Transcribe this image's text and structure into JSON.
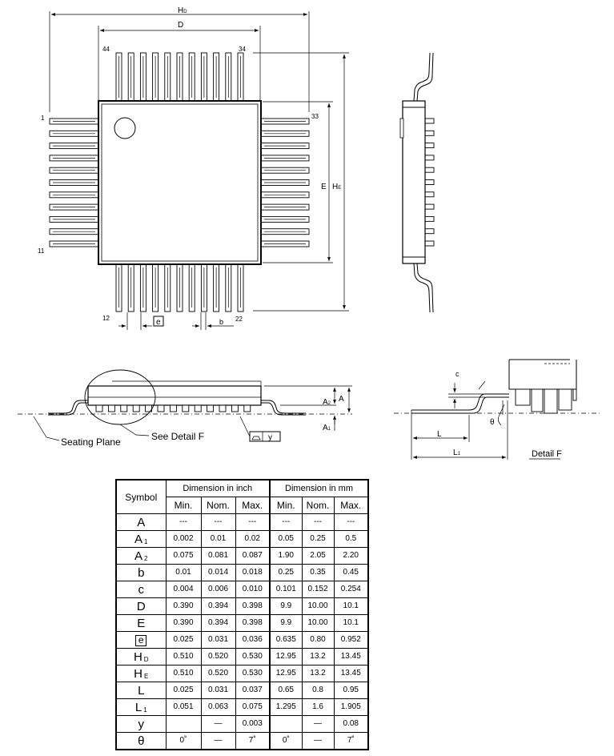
{
  "top_view": {
    "label_hd": "H",
    "label_hd_sub": "D",
    "label_d": "D",
    "label_e": "E",
    "label_he": "H",
    "label_he_sub": "E",
    "pin_44": "44",
    "pin_34": "34",
    "pin_1": "1",
    "pin_33": "33",
    "pin_11": "11",
    "pin_12": "12",
    "pin_22": "22",
    "label_e_pitch": "e",
    "label_b": "b"
  },
  "side_view": {
    "label_a2": "A",
    "label_a2_sub": "2",
    "label_a": "A",
    "label_a1": "A",
    "label_a1_sub": "1",
    "seating_plane": "Seating Plane",
    "see_detail": "See Detail F",
    "label_y": "y"
  },
  "detail_view": {
    "label_c": "c",
    "label_theta": "θ",
    "label_l": "L",
    "label_l1": "L",
    "label_l1_sub": "1",
    "title": "Detail F"
  },
  "table": {
    "symbol_header": "Symbol",
    "inch_header": "Dimension in inch",
    "mm_header": "Dimension in mm",
    "cols": [
      "Min.",
      "Nom.",
      "Max.",
      "Min.",
      "Nom.",
      "Max."
    ],
    "rows": [
      {
        "sym": "A",
        "sub": "",
        "v": [
          "---",
          "---",
          "---",
          "---",
          "---",
          "---"
        ]
      },
      {
        "sym": "A",
        "sub": "1",
        "v": [
          "0.002",
          "0.01",
          "0.02",
          "0.05",
          "0.25",
          "0.5"
        ]
      },
      {
        "sym": "A",
        "sub": "2",
        "v": [
          "0.075",
          "0.081",
          "0.087",
          "1.90",
          "2.05",
          "2.20"
        ]
      },
      {
        "sym": "b",
        "sub": "",
        "v": [
          "0.01",
          "0.014",
          "0.018",
          "0.25",
          "0.35",
          "0.45"
        ]
      },
      {
        "sym": "c",
        "sub": "",
        "v": [
          "0.004",
          "0.006",
          "0.010",
          "0.101",
          "0.152",
          "0.254"
        ]
      },
      {
        "sym": "D",
        "sub": "",
        "v": [
          "0.390",
          "0.394",
          "0.398",
          "9.9",
          "10.00",
          "10.1"
        ]
      },
      {
        "sym": "E",
        "sub": "",
        "v": [
          "0.390",
          "0.394",
          "0.398",
          "9.9",
          "10.00",
          "10.1"
        ]
      },
      {
        "sym": "e",
        "sub": "",
        "boxed": true,
        "v": [
          "0.025",
          "0.031",
          "0.036",
          "0.635",
          "0.80",
          "0.952"
        ]
      },
      {
        "sym": "H",
        "sub": "D",
        "v": [
          "0.510",
          "0.520",
          "0.530",
          "12.95",
          "13.2",
          "13.45"
        ]
      },
      {
        "sym": "H",
        "sub": "E",
        "v": [
          "0.510",
          "0.520",
          "0.530",
          "12.95",
          "13.2",
          "13.45"
        ]
      },
      {
        "sym": "L",
        "sub": "",
        "v": [
          "0.025",
          "0.031",
          "0.037",
          "0.65",
          "0.8",
          "0.95"
        ]
      },
      {
        "sym": "L",
        "sub": "1",
        "v": [
          "0.051",
          "0.063",
          "0.075",
          "1.295",
          "1.6",
          "1.905"
        ]
      },
      {
        "sym": "y",
        "sub": "",
        "v": [
          "",
          "—",
          "0.003",
          "",
          "—",
          "0.08"
        ]
      },
      {
        "sym": "θ",
        "sub": "",
        "v": [
          "0˚",
          "—",
          "7˚",
          "0˚",
          "—",
          "7˚"
        ]
      }
    ]
  }
}
